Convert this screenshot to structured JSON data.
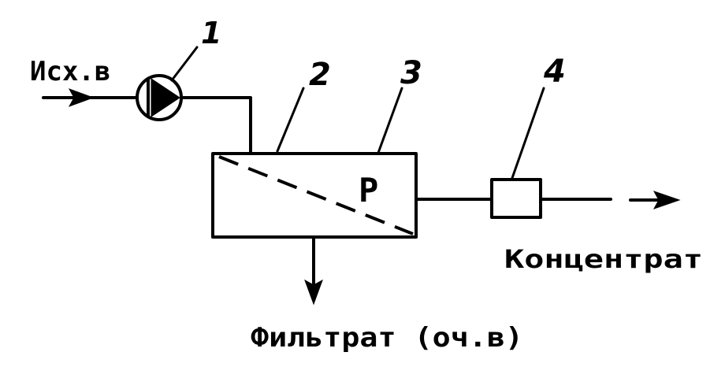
{
  "labels": {
    "inlet": "Исх.в",
    "pump_number": "1",
    "membrane_number": "2",
    "housing_number": "3",
    "valve_number": "4",
    "pressure": "P",
    "concentrate": "Концентрат",
    "filtrate": "Фильтрат (оч.в)"
  },
  "colors": {
    "ink": "#000000",
    "background": "#ffffff"
  }
}
